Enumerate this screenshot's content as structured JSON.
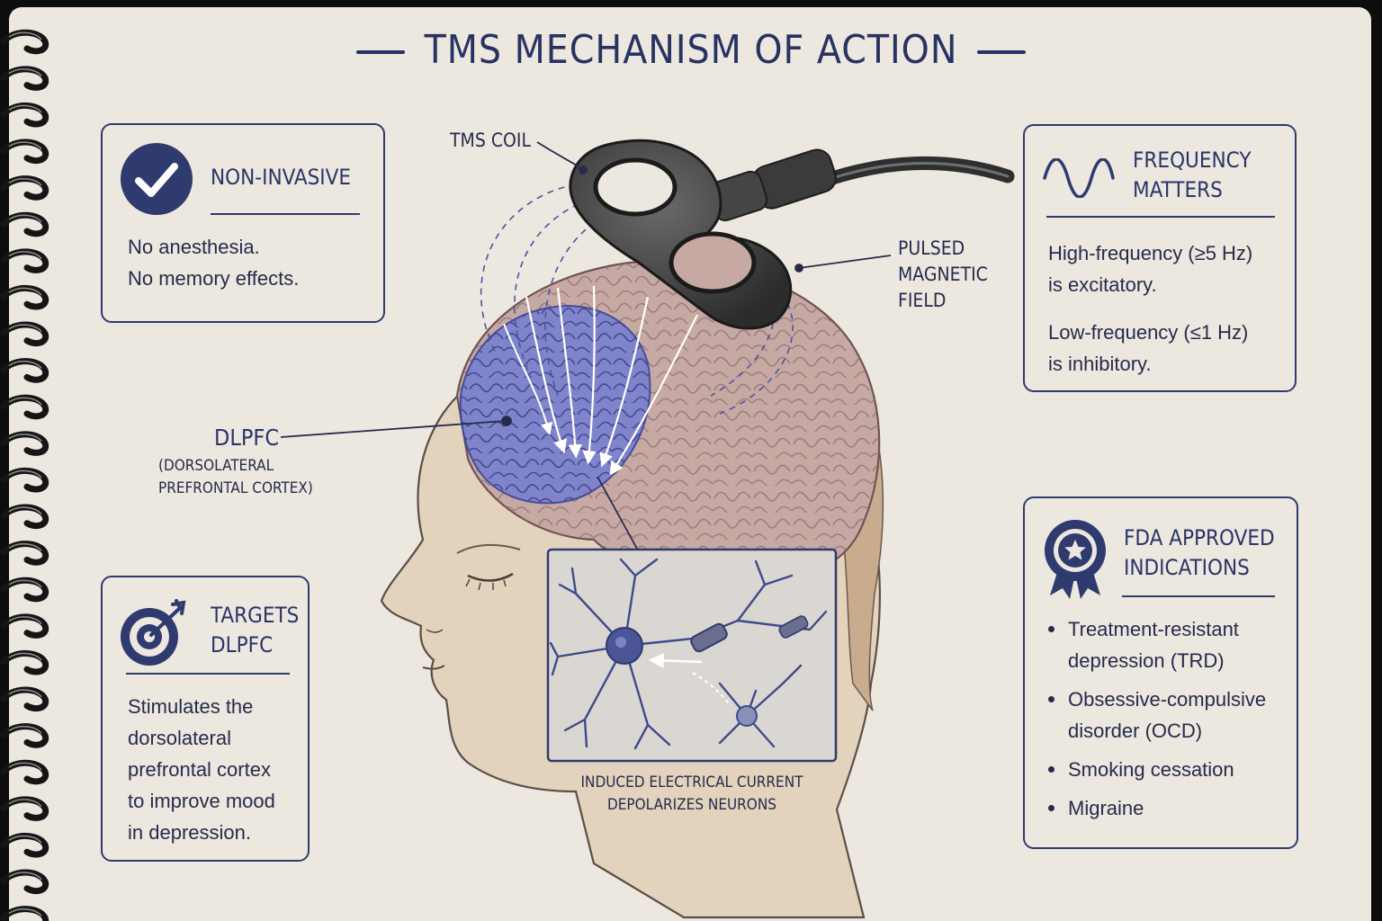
{
  "title": "TMS MECHANISM OF ACTION",
  "colors": {
    "ink": "#2c3566",
    "paper": "#ece7df",
    "cortex_highlight": "#6b74c4",
    "brain": "#b89a98",
    "skin": "#e2d3bf"
  },
  "cards": {
    "non_invasive": {
      "icon": "checkmark-circle-icon",
      "title": "NON-INVASIVE",
      "lines": [
        "No anesthesia.",
        "No memory effects."
      ]
    },
    "targets": {
      "icon": "target-arrow-icon",
      "title_lines": [
        "TARGETS",
        "DLPFC"
      ],
      "lines": [
        "Stimulates the",
        "dorsolateral",
        "prefrontal cortex",
        "to improve mood",
        "in depression."
      ]
    },
    "frequency": {
      "icon": "sine-wave-icon",
      "title_lines": [
        "FREQUENCY",
        "MATTERS"
      ],
      "paragraphs": [
        [
          "High-frequency (≥5 Hz)",
          "is excitatory."
        ],
        [
          "Low-frequency (≤1 Hz)",
          "is inhibitory."
        ]
      ]
    },
    "fda": {
      "icon": "award-ribbon-icon",
      "title_lines": [
        "FDA APPROVED",
        "INDICATIONS"
      ],
      "items": [
        [
          "Treatment-resistant",
          "depression (TRD)"
        ],
        [
          "Obsessive-compulsive",
          "disorder (OCD)"
        ],
        [
          "Smoking cessation"
        ],
        [
          "Migraine"
        ]
      ]
    }
  },
  "labels": {
    "coil": "TMS COIL",
    "field": [
      "PULSED",
      "MAGNETIC",
      "FIELD"
    ],
    "dlpfc": "DLPFC",
    "dlpfc_full": [
      "(DORSOLATERAL",
      "PREFRONTAL CORTEX)"
    ],
    "inset_caption": [
      "INDUCED ELECTRICAL CURRENT",
      "DEPOLARIZES NEURONS"
    ]
  }
}
